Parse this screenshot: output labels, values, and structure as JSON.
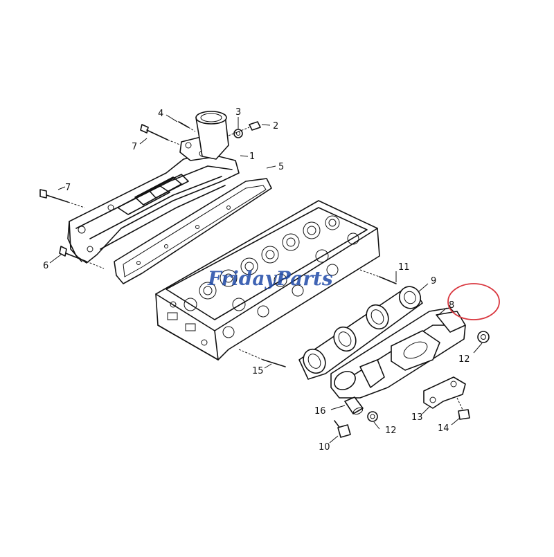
{
  "diagram": {
    "watermark": "FridayParts",
    "highlight_color": "#d9363e",
    "callouts": [
      {
        "id": "c1",
        "label": "1"
      },
      {
        "id": "c2",
        "label": "2"
      },
      {
        "id": "c3",
        "label": "3"
      },
      {
        "id": "c4",
        "label": "4"
      },
      {
        "id": "c5",
        "label": "5"
      },
      {
        "id": "c6",
        "label": "6"
      },
      {
        "id": "c7a",
        "label": "7"
      },
      {
        "id": "c7b",
        "label": "7"
      },
      {
        "id": "c8",
        "label": "8"
      },
      {
        "id": "c9",
        "label": "9"
      },
      {
        "id": "c10",
        "label": "10"
      },
      {
        "id": "c11",
        "label": "11"
      },
      {
        "id": "c12a",
        "label": "12"
      },
      {
        "id": "c12b",
        "label": "12"
      },
      {
        "id": "c13",
        "label": "13"
      },
      {
        "id": "c14",
        "label": "14"
      },
      {
        "id": "c15",
        "label": "15"
      },
      {
        "id": "c16",
        "label": "16"
      }
    ]
  }
}
